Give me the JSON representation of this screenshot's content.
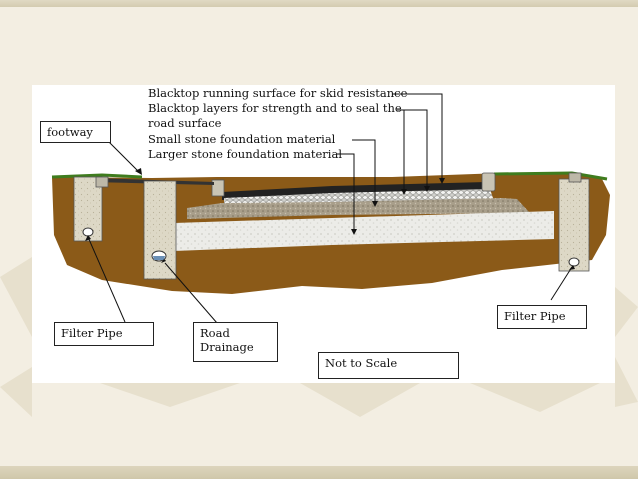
{
  "labels": {
    "blacktop_surface": "Blacktop running surface for skid resistance",
    "blacktop_layers_line1": "Blacktop layers for strength and to seal the",
    "blacktop_layers_line2": "road surface",
    "small_stone": "Small stone foundation material",
    "larger_stone": "Larger stone foundation material",
    "footway": "footway",
    "filter_pipe_left": "Filter Pipe",
    "road_drainage_line1": "Road",
    "road_drainage_line2": "Drainage",
    "filter_pipe_right": "Filter Pipe",
    "not_to_scale": "Not to Scale"
  },
  "colors": {
    "soil": "#8b5a18",
    "grass": "#3f7c1e",
    "concrete": "#ddd8c6",
    "small_stone": "#a89e8a",
    "large_stone": "#e9e9e4",
    "blacktop": "#222222",
    "slide_background": "#ffffff",
    "page_background": "#f3eee2"
  }
}
